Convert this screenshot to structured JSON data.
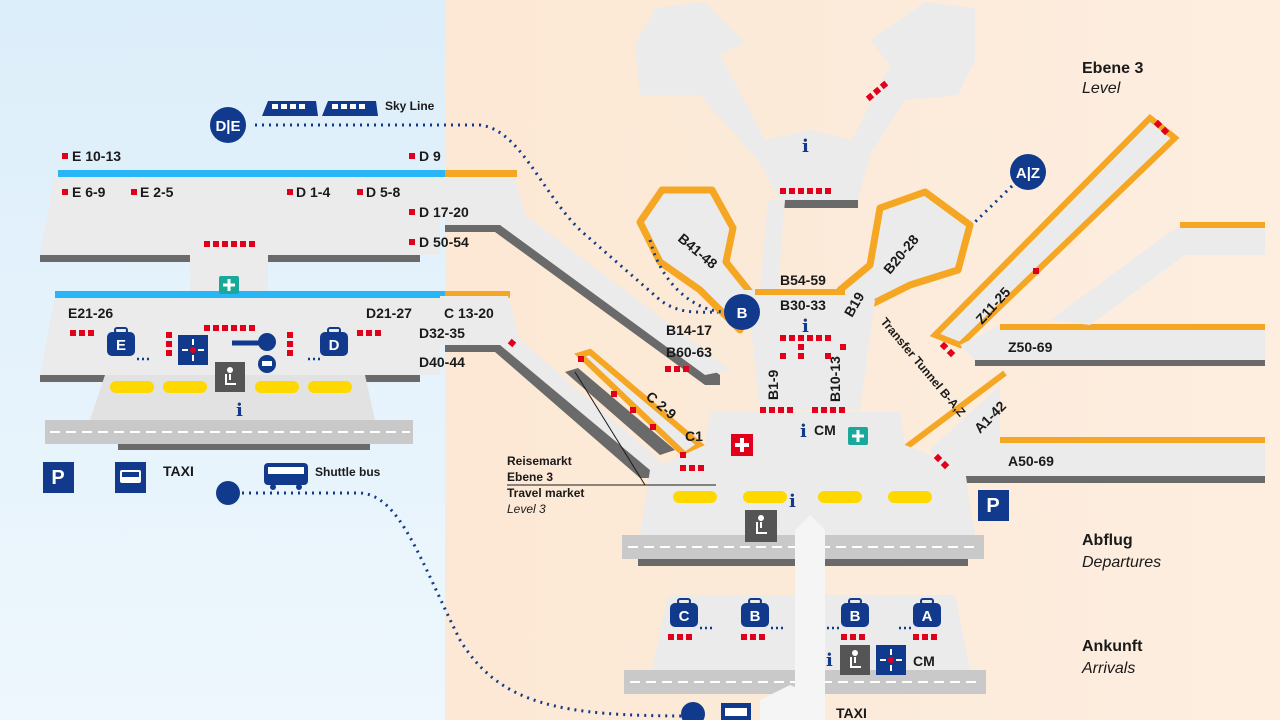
{
  "legend": {
    "level_de": "Ebene 3",
    "level_en": "Level",
    "departures_de": "Abflug",
    "departures_en": "Departures",
    "arrivals_de": "Ankunft",
    "arrivals_en": "Arrivals"
  },
  "transport": {
    "skyline": "Sky Line",
    "skyline_badge": "D|E",
    "shuttle": "Shuttle bus",
    "taxi": "TAXI",
    "parking": "P"
  },
  "terminal2": {
    "gates": {
      "e10": "E 10-13",
      "d9": "D 9",
      "e6": "E 6-9",
      "e2": "E 2-5",
      "d1": "D 1-4",
      "d5": "D 5-8",
      "d17": "D 17-20",
      "d50": "D 50-54",
      "e21": "E21-26",
      "d21": "D21-27",
      "c13": "C 13-20",
      "d32": "D32-35",
      "d40": "D40-44"
    },
    "checkin": [
      "E",
      "D"
    ]
  },
  "terminal1": {
    "gates": {
      "b41": "B41-48",
      "b20": "B20-28",
      "b54": "B54-59",
      "b30": "B30-33",
      "b19": "B19",
      "b14": "B14-17",
      "b60": "B60-63",
      "c2": "C 2-9",
      "c1": "C1",
      "b1": "B1-9",
      "b10": "B10-13",
      "z11": "Z11-25",
      "z50": "Z50-69",
      "a1": "A1-42",
      "a50": "A50-69"
    },
    "badges": {
      "b": "B",
      "az": "A|Z"
    },
    "transfer": "Transfer Tunnel B-A,Z",
    "travel_market": [
      "Reisemarkt",
      "Ebene 3",
      "Travel market",
      "Level 3"
    ],
    "info_cm": "CM",
    "arrivals_checkin": [
      "C",
      "B",
      "B",
      "A"
    ],
    "arrivals_cm": "CM",
    "arrivals_taxi": "TAXI"
  },
  "colors": {
    "bg_left": "#e3f1fb",
    "bg_right": "#fbe9d7",
    "building": "#ebebeb",
    "shadow": "#666666",
    "orange": "#f5a623",
    "cyan": "#29b6f6",
    "navy": "#123a8c",
    "red": "#e0001b",
    "yellow": "#ffd800"
  }
}
